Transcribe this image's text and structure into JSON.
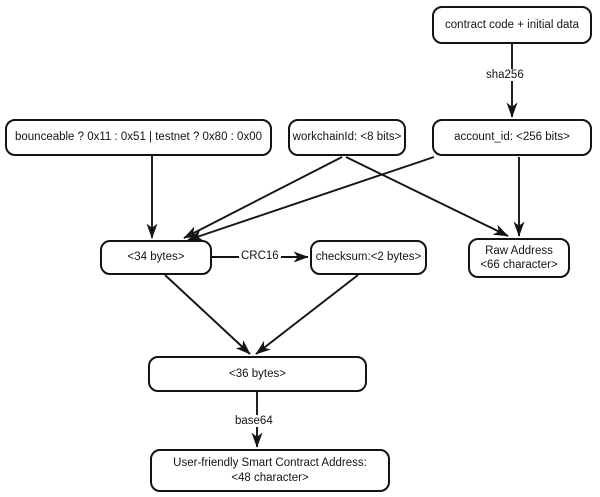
{
  "diagram": {
    "title": "TON smart contract address derivation flow",
    "background": "#ffffff",
    "stroke": "#141414",
    "nodes": {
      "contract": {
        "label": "contract code + initial data"
      },
      "bounceable": {
        "label": "bounceable ? 0x11 : 0x51 | testnet ? 0x80 : 0x00"
      },
      "workchain": {
        "label": "workchainId: <8 bits>"
      },
      "accountid": {
        "label": "account_id: <256 bits>"
      },
      "bytes34": {
        "label": "<34 bytes>"
      },
      "checksum": {
        "label": "checksum:<2 bytes>"
      },
      "rawaddress": {
        "label": "Raw Address",
        "label2": "<66 character>"
      },
      "bytes36": {
        "label": "<36 bytes>"
      },
      "useraddress": {
        "label": "User-friendly Smart Contract Address:",
        "label2": "<48 character>"
      }
    },
    "edge_labels": {
      "sha256": "sha256",
      "crc16": "CRC16",
      "base64": "base64"
    }
  }
}
